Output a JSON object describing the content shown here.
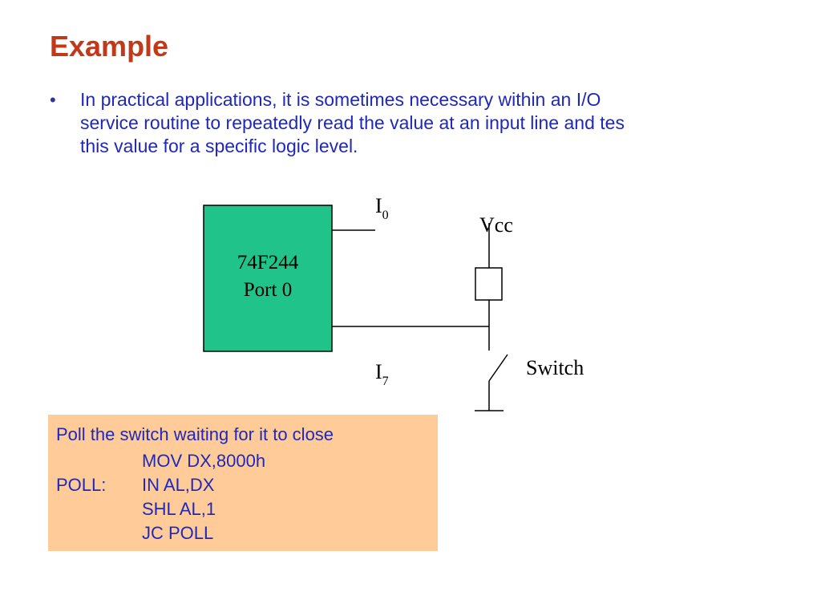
{
  "slide": {
    "title": "Example",
    "bullet_marker": "•",
    "bullet_text": "In practical applications, it is sometimes necessary within an I/O\nservice routine to repeatedly read the value at an input line and tes\nthis value for a specific logic level."
  },
  "diagram": {
    "chip_line1": "74F244",
    "chip_line2": "Port 0",
    "chip_color": "#20c38a",
    "i0_base": "I",
    "i0_sub": "0",
    "i7_base": "I",
    "i7_sub": "7",
    "vcc_label": "Vcc",
    "switch_label": "Switch"
  },
  "code": {
    "background": "#ffcc99",
    "comment": "Poll the switch waiting for it to close",
    "lines": [
      {
        "label": "",
        "instr": "MOV DX,8000h"
      },
      {
        "label": "POLL:",
        "instr": "IN AL,DX"
      },
      {
        "label": "",
        "instr": "SHL AL,1"
      },
      {
        "label": "",
        "instr": "JC POLL"
      }
    ]
  }
}
